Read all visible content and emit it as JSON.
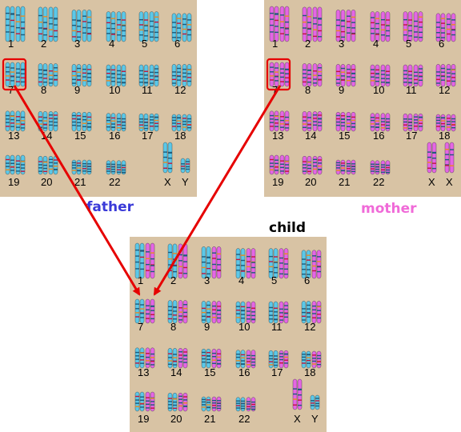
{
  "captions": {
    "father": "father",
    "mother": "mother",
    "child": "child"
  },
  "labels": [
    "1",
    "2",
    "3",
    "4",
    "5",
    "6",
    "7",
    "8",
    "9",
    "10",
    "11",
    "12",
    "13",
    "14",
    "15",
    "16",
    "17",
    "18",
    "19",
    "20",
    "21",
    "22"
  ],
  "sex_labels": {
    "father": [
      "X",
      "Y"
    ],
    "mother": [
      "X",
      "X"
    ],
    "child": [
      "X",
      "Y"
    ]
  },
  "colors": {
    "panel_bg": "#d8c3a4",
    "paternal": "#5cc8e8",
    "maternal": "#e466e4",
    "arrow": "#e60000",
    "father_caption": "#3a3ad8",
    "mother_caption": "#f06ad8",
    "band_dark": "#1e5a7a",
    "band_red": "#c0143c",
    "band_orange": "#e88a20"
  },
  "child_inheritance": [
    "paternal",
    "maternal"
  ],
  "highlight": {
    "chromosome": "7",
    "panels": [
      "father",
      "mother"
    ]
  }
}
